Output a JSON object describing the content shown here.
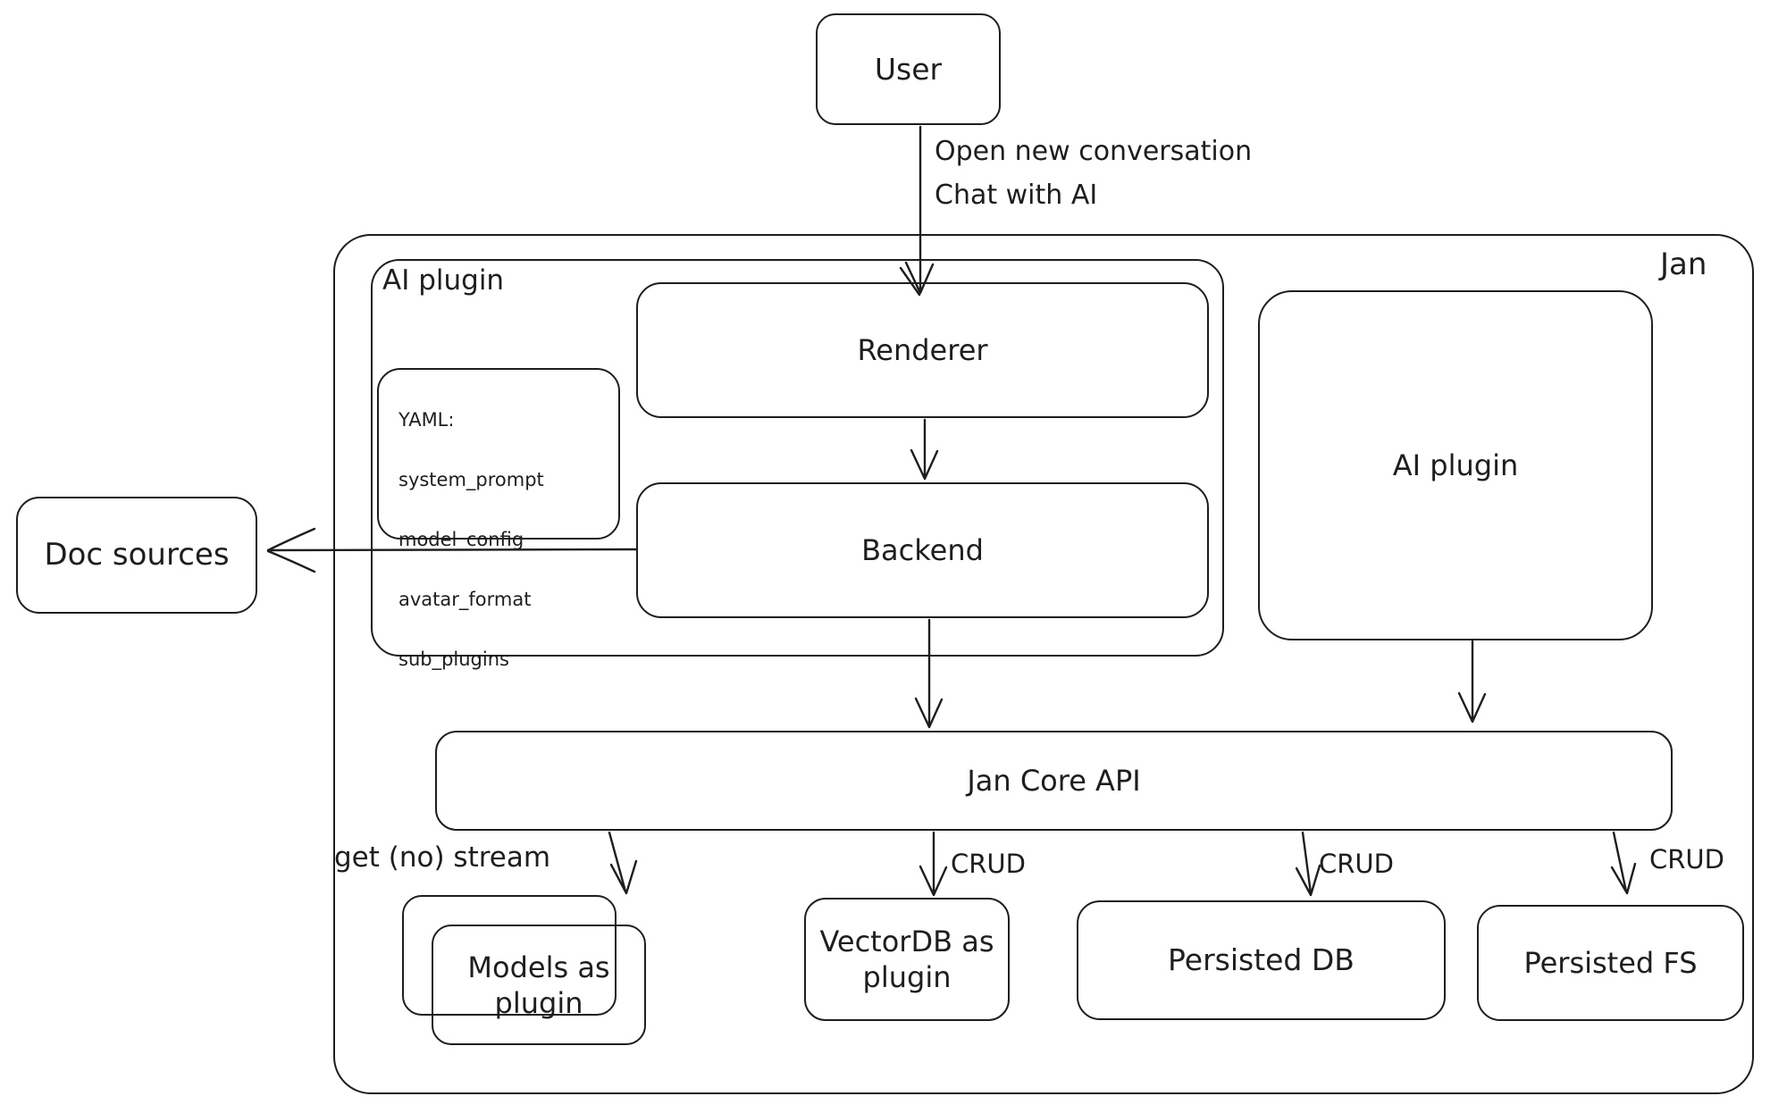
{
  "diagram": {
    "container_label": "Jan",
    "nodes": {
      "user": {
        "label": "User"
      },
      "ai_plugin_left": {
        "label": "AI plugin"
      },
      "yaml_note": {
        "lines": [
          "YAML:",
          "system_prompt",
          "model_config",
          "avatar_format",
          "sub_plugins"
        ]
      },
      "renderer": {
        "label": "Renderer"
      },
      "backend": {
        "label": "Backend"
      },
      "doc_sources": {
        "label": "Doc sources"
      },
      "ai_plugin_right": {
        "label": "AI plugin"
      },
      "jan_core_api": {
        "label": "Jan Core API"
      },
      "models": {
        "label": "Models as plugin"
      },
      "vectordb": {
        "label": "VectorDB as plugin"
      },
      "persisted_db": {
        "label": "Persisted DB"
      },
      "persisted_fs": {
        "label": "Persisted FS"
      }
    },
    "edge_labels": {
      "open_conversation": "Open new conversation",
      "chat_with_ai": "Chat with AI",
      "get_stream": "get (no) stream",
      "crud_vectordb": "CRUD",
      "crud_persisted_db": "CRUD",
      "crud_persisted_fs": "CRUD"
    },
    "colors": {
      "stroke": "#1e1e1e",
      "background": "#ffffff"
    }
  }
}
